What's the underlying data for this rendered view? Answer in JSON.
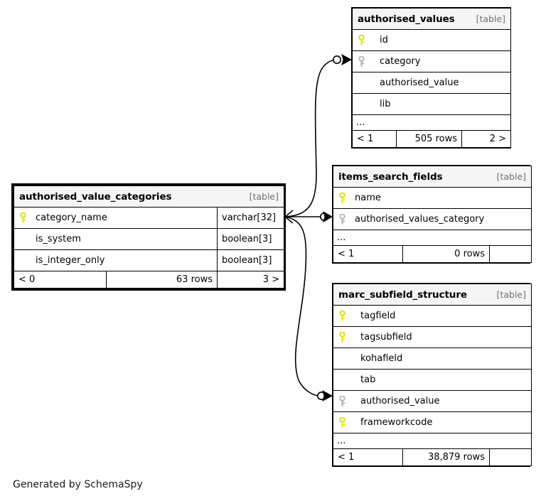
{
  "diagram": {
    "type": "entity-relationship-diagram",
    "generator_note": "Generated by SchemaSpy",
    "table_tag": "[table]",
    "ellipsis": "...",
    "colors": {
      "primary_key_icon": "#e8e800",
      "foreign_key_icon": "#b0b0b0",
      "header_background": "#f5f5f5",
      "border": "#000000",
      "tag_text": "#707070",
      "page_background": "#ffffff"
    }
  },
  "tables": [
    {
      "id": "authorised_values",
      "name": "authorised_values",
      "tag": "[table]",
      "columns": [
        {
          "name": "id",
          "key": "primary",
          "type": ""
        },
        {
          "name": "category",
          "key": "foreign",
          "type": ""
        },
        {
          "name": "authorised_value",
          "key": "none",
          "type": ""
        },
        {
          "name": "lib",
          "key": "none",
          "type": ""
        }
      ],
      "more_indicator": "...",
      "footer": {
        "left": "< 1",
        "middle": "505 rows",
        "right": "2 >"
      }
    },
    {
      "id": "items_search_fields",
      "name": "items_search_fields",
      "tag": "[table]",
      "columns": [
        {
          "name": "name",
          "key": "primary",
          "type": ""
        },
        {
          "name": "authorised_values_category",
          "key": "foreign",
          "type": ""
        }
      ],
      "more_indicator": "...",
      "footer": {
        "left": "< 1",
        "middle": "0 rows",
        "right": ""
      }
    },
    {
      "id": "marc_subfield_structure",
      "name": "marc_subfield_structure",
      "tag": "[table]",
      "columns": [
        {
          "name": "tagfield",
          "key": "primary",
          "type": ""
        },
        {
          "name": "tagsubfield",
          "key": "primary",
          "type": ""
        },
        {
          "name": "kohafield",
          "key": "none",
          "type": ""
        },
        {
          "name": "tab",
          "key": "none",
          "type": ""
        },
        {
          "name": "authorised_value",
          "key": "foreign",
          "type": ""
        },
        {
          "name": "frameworkcode",
          "key": "primary",
          "type": ""
        }
      ],
      "more_indicator": "...",
      "footer": {
        "left": "< 1",
        "middle": "38,879 rows",
        "right": ""
      }
    },
    {
      "id": "authorised_value_categories",
      "name": "authorised_value_categories",
      "tag": "[table]",
      "focus": true,
      "columns": [
        {
          "name": "category_name",
          "key": "primary",
          "type": "varchar[32]"
        },
        {
          "name": "is_system",
          "key": "none",
          "type": "boolean[3]"
        },
        {
          "name": "is_integer_only",
          "key": "none",
          "type": "boolean[3]"
        }
      ],
      "footer": {
        "left": "< 0",
        "middle": "63 rows",
        "right": "3 >"
      }
    }
  ],
  "relationships": [
    {
      "from_table": "authorised_value_categories",
      "from_column": "category_name",
      "to_table": "authorised_values",
      "to_column": "category",
      "cardinality": "one-to-many"
    },
    {
      "from_table": "authorised_value_categories",
      "from_column": "category_name",
      "to_table": "items_search_fields",
      "to_column": "authorised_values_category",
      "cardinality": "one-to-many"
    },
    {
      "from_table": "authorised_value_categories",
      "from_column": "category_name",
      "to_table": "marc_subfield_structure",
      "to_column": "authorised_value",
      "cardinality": "one-to-many"
    }
  ]
}
